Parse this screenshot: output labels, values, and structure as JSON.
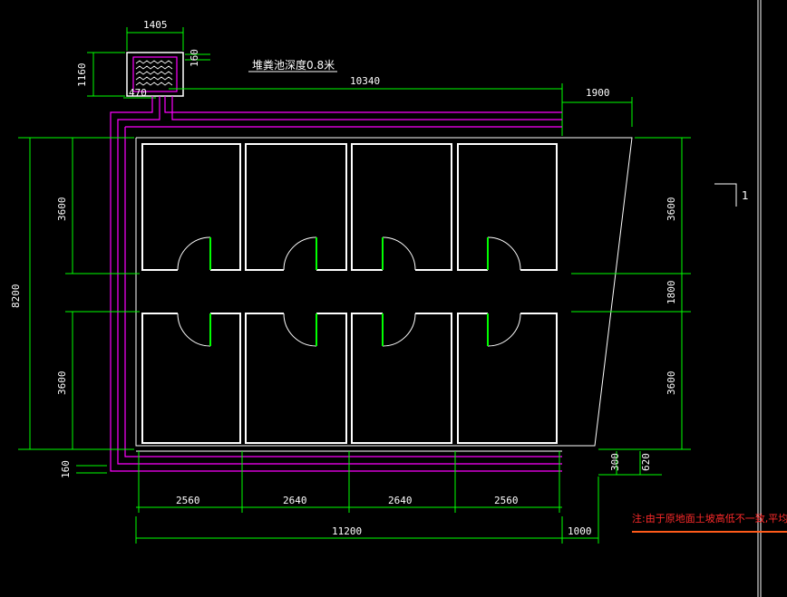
{
  "labels": {
    "tank_depth": "堆粪池深度0.8米",
    "section_mark": "1"
  },
  "dimensions": {
    "tank_width": "1405",
    "tank_height": "1160",
    "tank_offset": "160",
    "tank_pipe": "470",
    "top_run": "10340",
    "top_right": "1900",
    "total_height": "8200",
    "left_upper": "3600",
    "left_lower": "3600",
    "right_upper": "3600",
    "right_mid": "1800",
    "right_lower": "3600",
    "left_bottom_offset": "160",
    "right_small_a": "300",
    "right_small_b": "620",
    "bay_1": "2560",
    "bay_2": "2640",
    "bay_3": "2640",
    "bay_4": "2560",
    "total_width": "11200",
    "right_extension": "1000"
  },
  "note": "注:由于原地面土坡高低不一致,平均挖土",
  "colors": {
    "background": "#000000",
    "dimension": "#00ff00",
    "wall": "#ffffff",
    "pipe": "#ff00ff",
    "note": "#ff2a2a"
  }
}
